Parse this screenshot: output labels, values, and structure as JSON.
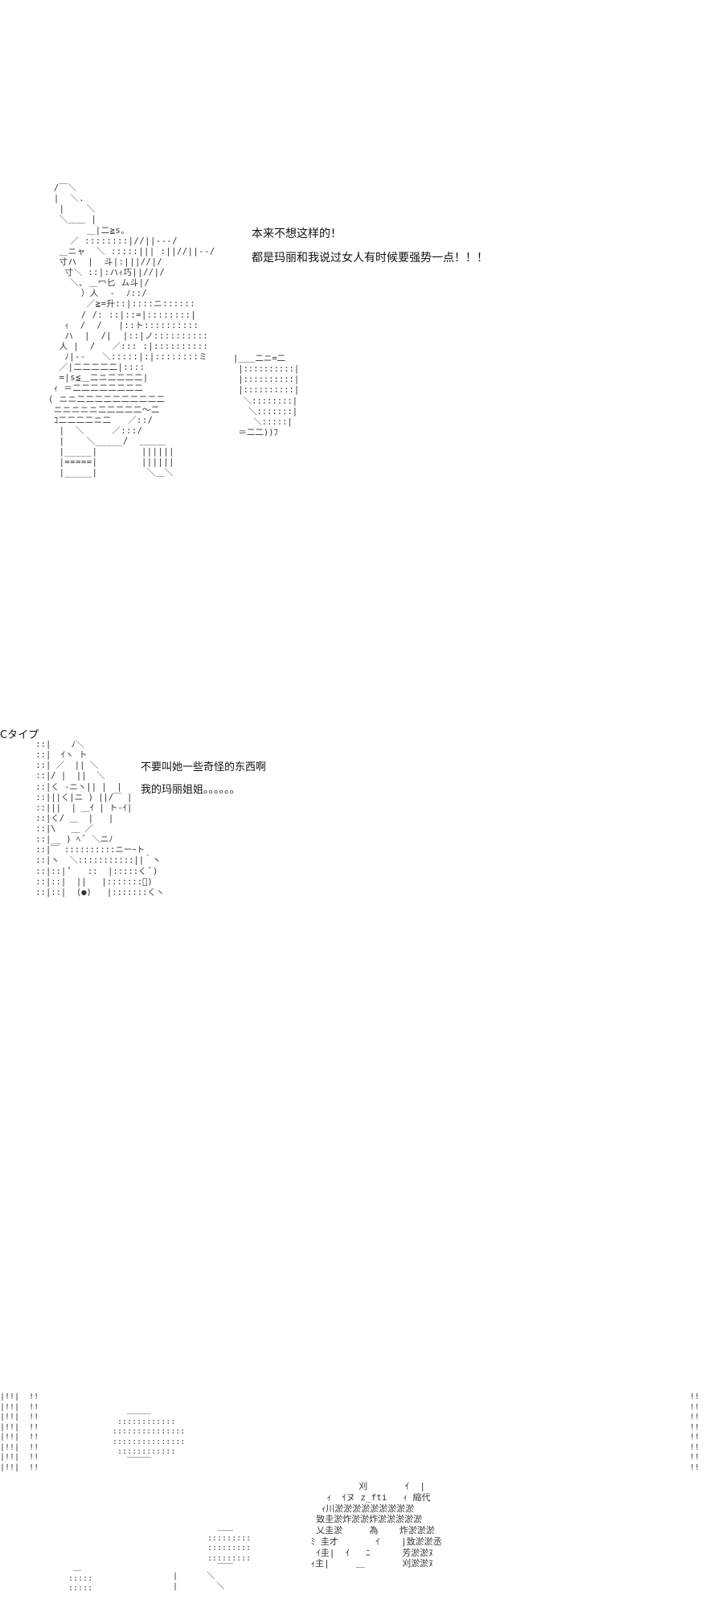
{
  "scene1": {
    "dialogue": [
      "本来不想这样的！",
      "都是玛丽和我说过女人有时候要强势一点！！！"
    ],
    "art": " /￣＼\n |  ＼.\n  |    ＼\n  ＼＿＿ |\n       ＿|二≧s。\n    ／ ::::::::|//||---/\n  ＿ニャ  ＼ :::::||| :||//||--/\n  寸ハ  |  斗|:|||//|/\n   寸＼ ::|:ハｨ巧||//|/\n    ＼､ ＿冖匕 ム斗|/\n      ）人  -  ﾉ::/\n       ／≧=升::|::::ニ::::::\n      / /: ::|::=|::::::::|\n   ｨ  /  /   |::ト::::::::::\n   ハ  |  /|  |::|ノ::::::::::\n  人 |  /   ／::: :|::::::::::\n   ﾉ|--   ＼:::::|:|::::::::ミ\n  ／|二二二二二|::::\n  =|s≦＿二ニ二二二二|\n ｨ ＝二二二二二二二二\n( ニニ二二二二二二二二二二\n ニニニニニ二二二二二～二\n ｺ二二二二ニ二   ／::/\n  |  ＼     ／:::/\n  |    ＼_____/  ＿＿＿\n  |_____|        ||||||\n  |=====|        ||||||\n  |_____|         ＼＿＼",
    "right_art": "|＿＿二ニ=二\n |::::::::::|\n |::::::::::|\n |::::::::::|\n  ＼::::::::|\n   ＼:::::::|\n    ＼:::::|\n ＝二二))ﾌ"
  },
  "scene2": {
    "label": "Cタイプ",
    "dialogue": [
      "不要叫她一些奇怪的东西啊",
      "我的玛丽姐姐。。。。。。"
    ],
    "art": " ::|    ﾉ＼\n ::|  ｲヽ ト\n ::| ／  || ＼\n ::|/ |  ||  ＼\n ::|く ‐ニヽ|| |  |\n ::|||く|ニ ) ||/￣ |\n ::|||  | ＿ｲ | ト-ｲ|\n ::|く/ ＿  |   |\n ::|\\   ＿ ／\n ::|__ ) ﾍ ﾞ ＼ニﾉ\n ::|￣ ::::::::::ニーｰト\n ::|ヽ  ＼:::::::::::||｀ヽ\n ::|::| ﾟ   ::  |:::::く ﾞ)\n ::|::|  ||   |:::::::ﾞ)\n ::|::|  (●)   |:::::::くヽ"
  },
  "scene3": {
    "left_border": "|!!|  !!\n|!!|  !!\n|!!|  !!\n|!!|  !!\n|!!|  !!\n|!!|  !!\n|!!|  !!\n|!!|  !!",
    "right_border": "!!\n!!\n!!\n!!\n!!\n!!\n!!\n!!",
    "blob1": "   ＿＿＿\n ::::::::::::\n:::::::::::::::\n:::::::::::::::\n ::::::::::::\n   ￣￣￣",
    "blob2": "  ＿＿\n:::::::::\n:::::::::\n:::::::::\n  ￣￣",
    "blob3": " ＿\n:::::\n:::::",
    "text_art": "          刈       ｲ  |\n    ｨ  ｲヌ z_fti   ｨ 縮代\n   ｨ川淤淤淤淤淤淤淤淤淤\n  致圭淤炸淤淤炸淤淤淤淤淤\n  乂圭淤     為    炸淤淤淤\n ﾐ 圭才       ｲ    |致淤淤丞\n  ｲ圭|  ｲ   ﾆ      芳淤淤ﾇ\n ｨ主|     ＿       刈淤淤ﾇ",
    "bottom_marks": "|      ＼\n|        ＼"
  }
}
